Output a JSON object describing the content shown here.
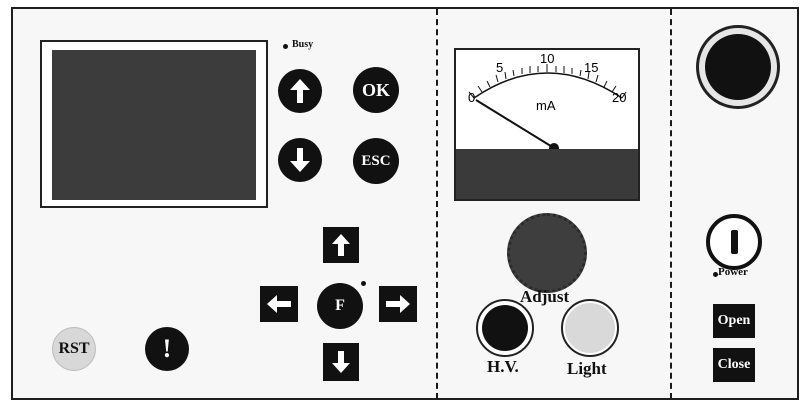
{
  "labels": {
    "busy": "Busy",
    "rst": "RST",
    "alert": "!",
    "ok": "OK",
    "esc": "ESC",
    "f": "F",
    "adjust": "Adjust",
    "hv": "H.V.",
    "light": "Light",
    "power": "Power",
    "open": "Open",
    "close": "Close"
  },
  "meter": {
    "unit": "mA",
    "scale": [
      "0",
      "5",
      "10",
      "15",
      "20"
    ],
    "reading": 0
  },
  "icons": {
    "up": "arrow-up-icon",
    "down": "arrow-down-icon",
    "left": "arrow-left-icon",
    "right": "arrow-right-icon",
    "power": "power-icon"
  }
}
